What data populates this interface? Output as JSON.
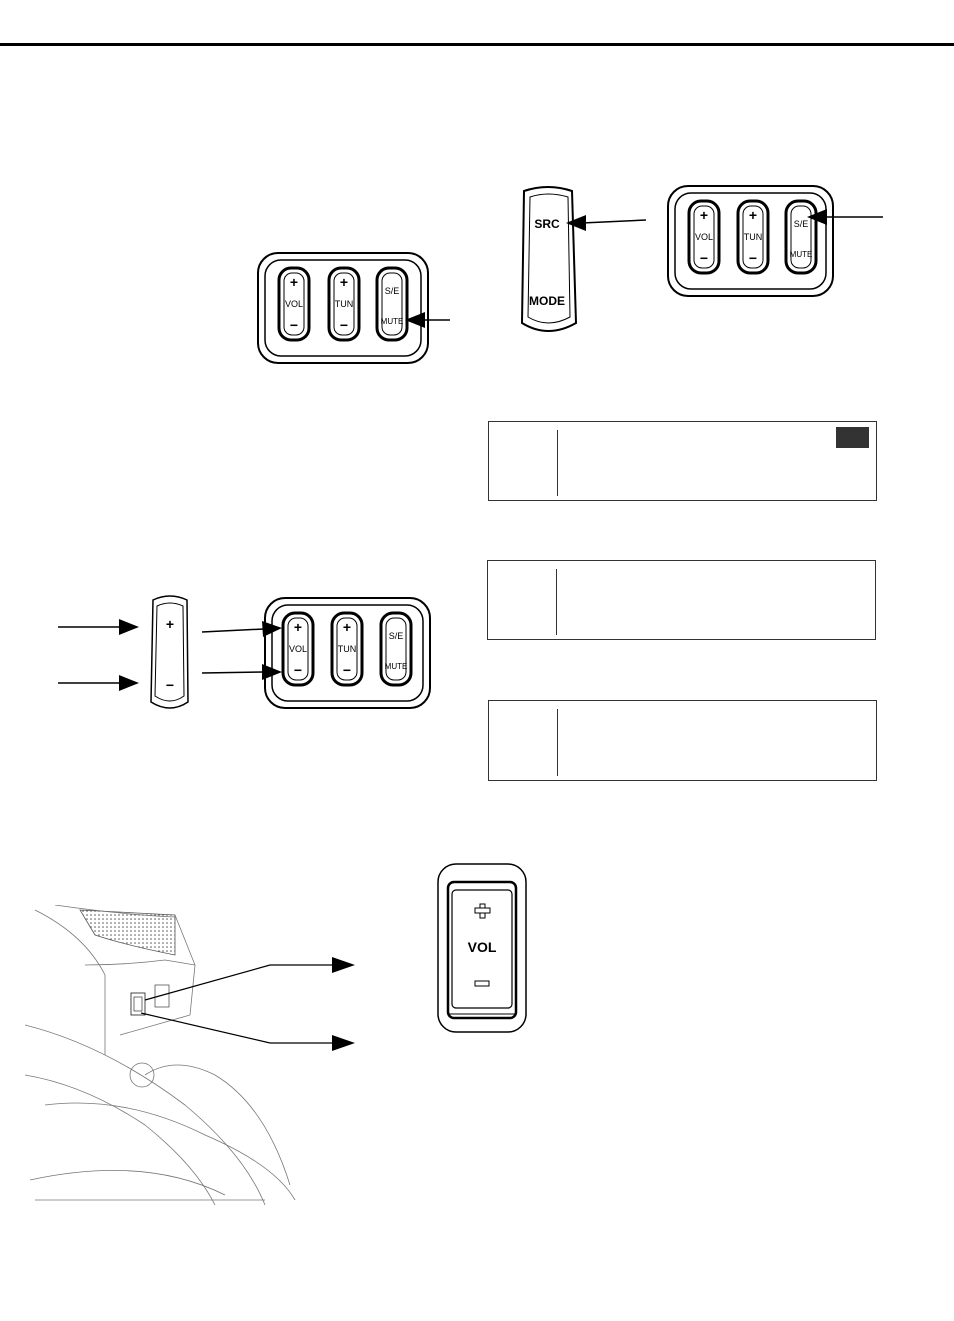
{
  "controls": {
    "vol": "VOL",
    "tun": "TUN",
    "se": "S/E",
    "mute": "MUTE",
    "plus": "+",
    "minus": "−"
  },
  "grip": {
    "src": "SRC",
    "mode": "MODE"
  },
  "rocker": {
    "vol": "VOL"
  },
  "icons": [
    "arrow-icon",
    "note-badge-icon"
  ],
  "colors": {
    "ink": "#000000",
    "panel_gray": "#333333"
  }
}
